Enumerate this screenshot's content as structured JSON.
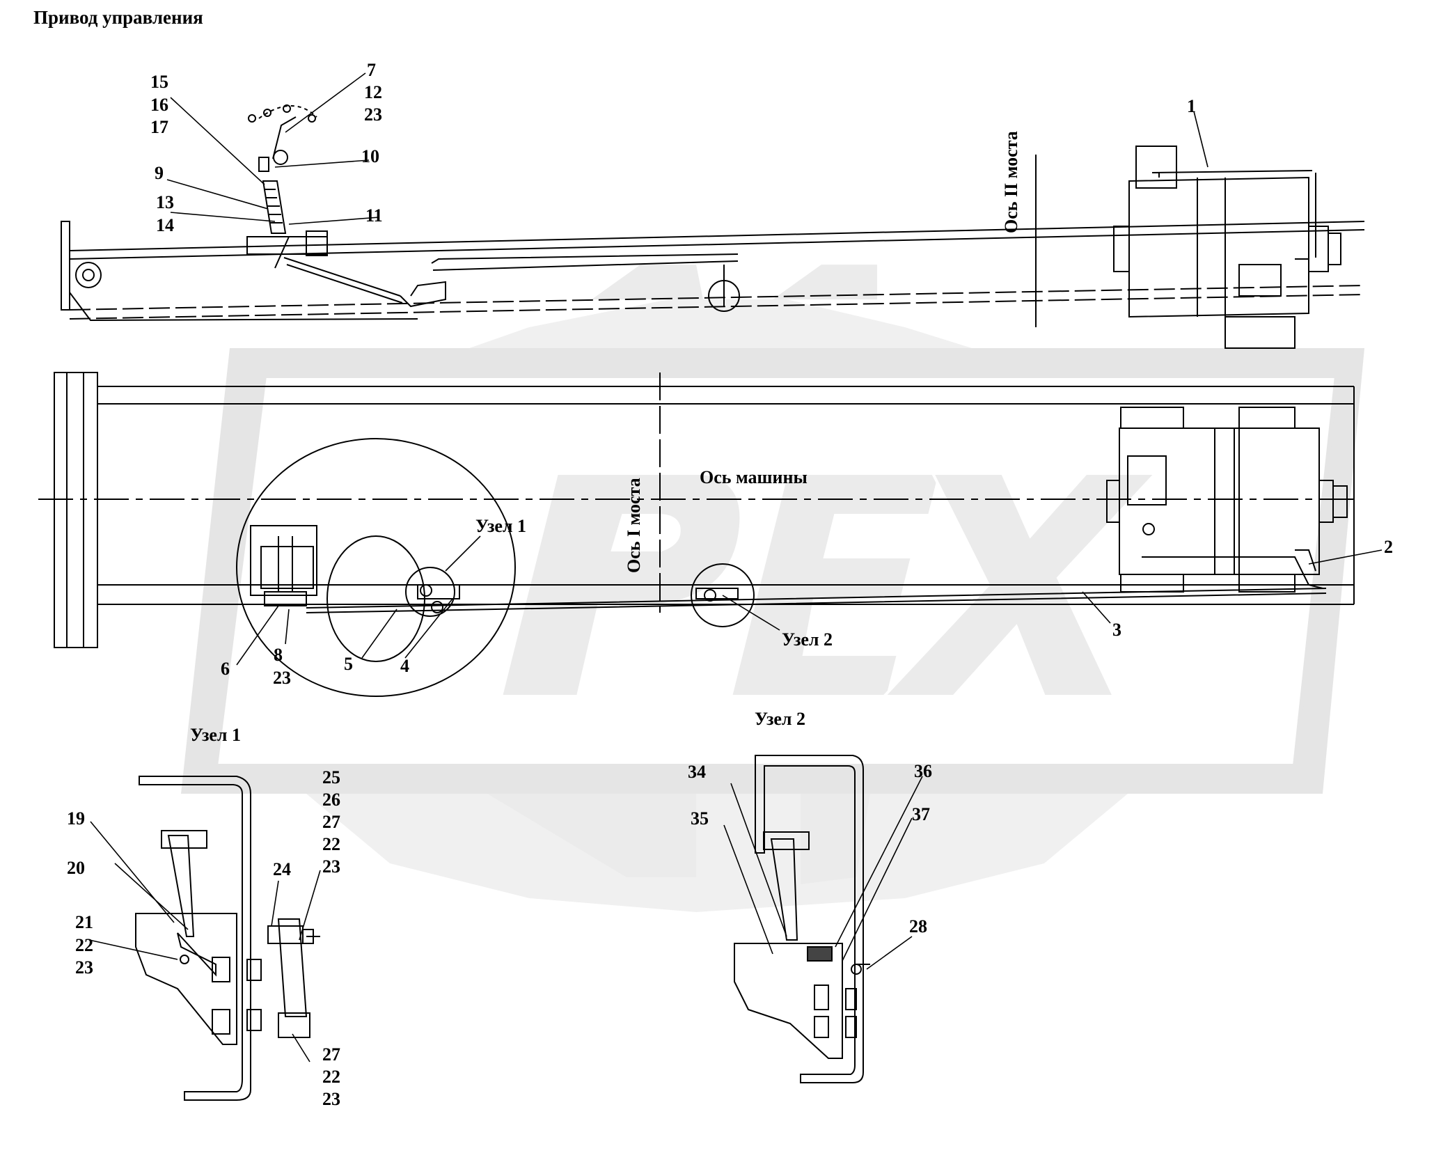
{
  "title": "Привод управления",
  "axes": {
    "axle2": "Ось II моста",
    "axle1": "Ось I моста",
    "machine": "Ось машины"
  },
  "nodes": {
    "node1": "Узел 1",
    "node2": "Узел 2"
  },
  "watermark": "PEX",
  "callouts": {
    "c1": "1",
    "c2": "2",
    "c3": "3",
    "c4": "4",
    "c5": "5",
    "c6": "6",
    "c7": "7",
    "c8": "8",
    "c9": "9",
    "c10": "10",
    "c11": "11",
    "c12": "12",
    "c13": "13",
    "c14": "14",
    "c15": "15",
    "c16": "16",
    "c17": "17",
    "c19": "19",
    "c20": "20",
    "c21": "21",
    "c22": "22",
    "c23": "23",
    "c24": "24",
    "c25": "25",
    "c26": "26",
    "c27": "27",
    "c28": "28",
    "c34": "34",
    "c35": "35",
    "c36": "36",
    "c37": "37"
  }
}
